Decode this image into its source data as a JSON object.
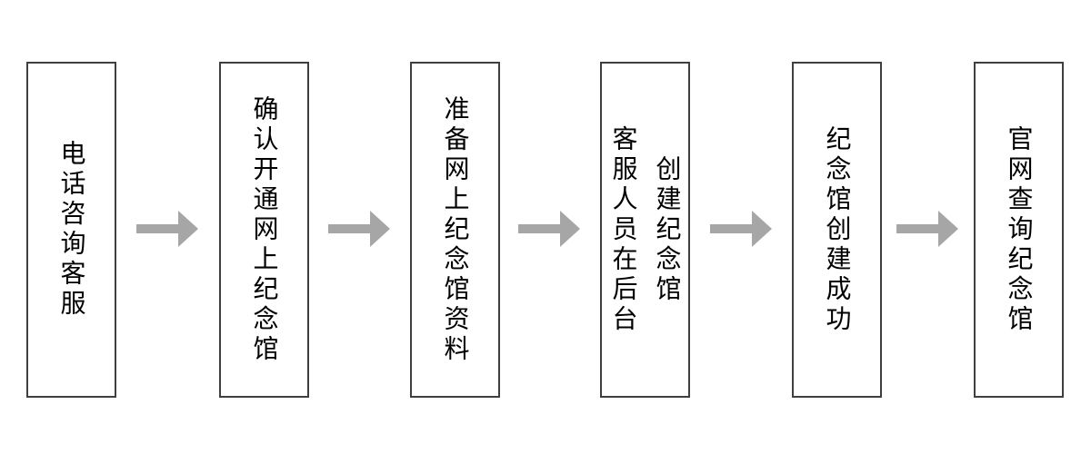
{
  "flowchart": {
    "title": "memorial-hall-creation-process",
    "colors": {
      "background": "#ffffff",
      "box_border": "#3f3f3f",
      "text": "#000000",
      "arrow": "#a6a6a6"
    },
    "steps": [
      {
        "label": "电话咨询客服"
      },
      {
        "label": "确认开通网上纪念馆"
      },
      {
        "label": "准备网上纪念馆资料"
      },
      {
        "label": "客服人员在后台\n创建纪念馆"
      },
      {
        "label": "纪念馆创建成功"
      },
      {
        "label": "官网查询纪念馆"
      }
    ],
    "connector": "arrow-right"
  }
}
